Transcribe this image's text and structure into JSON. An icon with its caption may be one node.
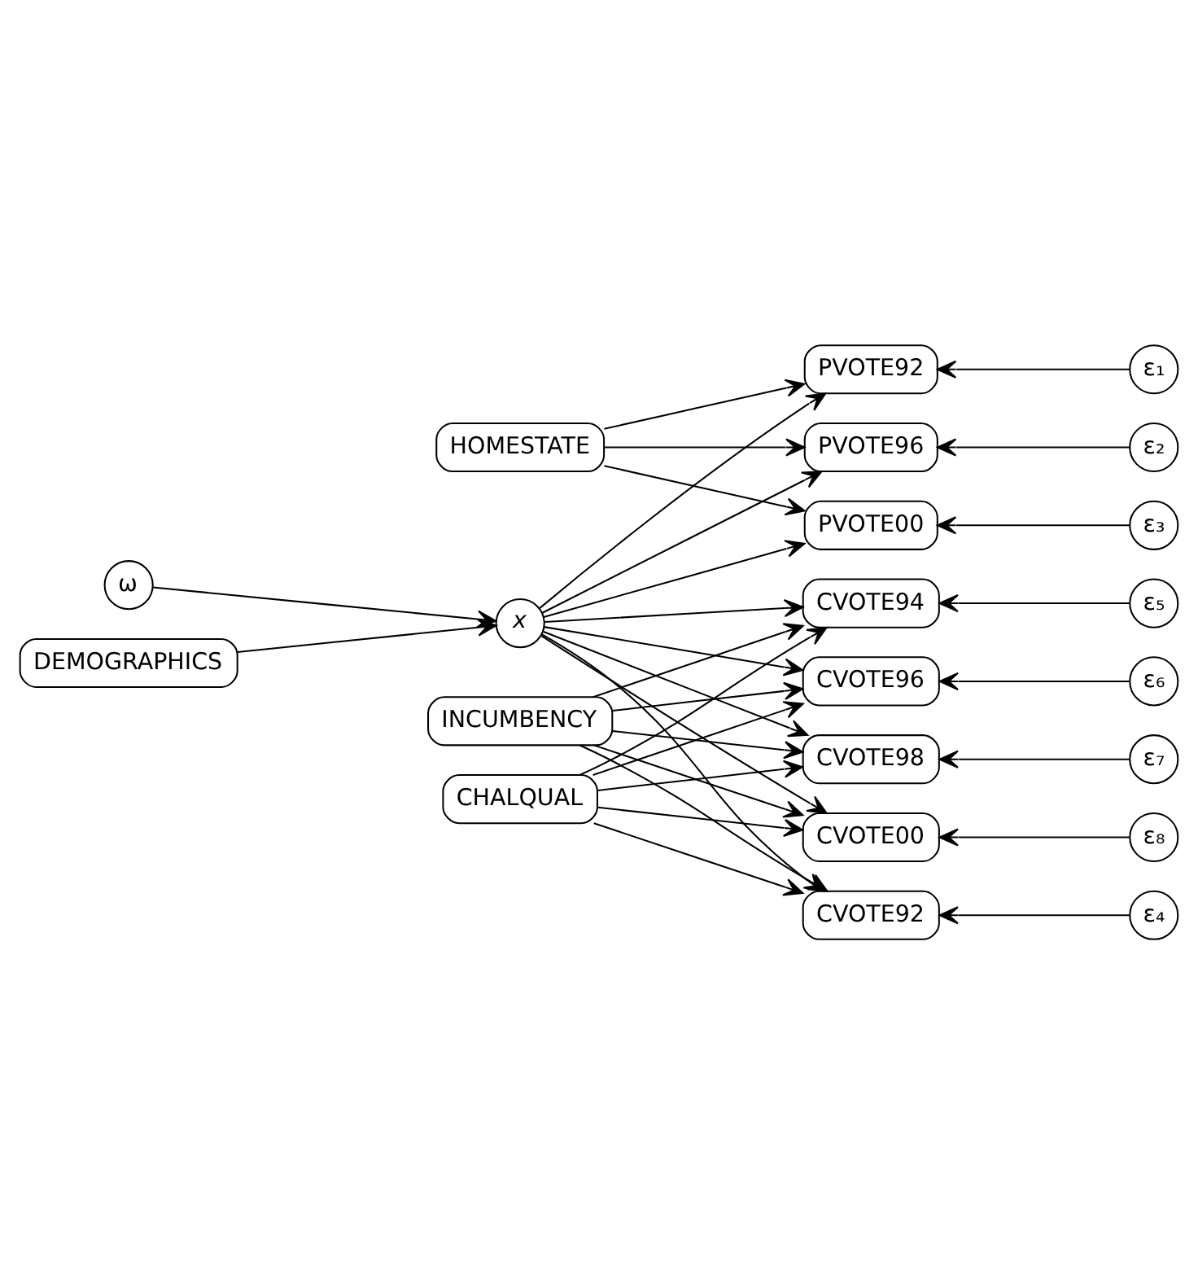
{
  "diagram": {
    "nodes": [
      {
        "text": [
          "HOMESTATE"
        ]
      },
      {
        "text": [
          "ω"
        ]
      },
      {
        "text": [
          "DEMOGRAPHICS"
        ]
      },
      {
        "text": [
          "x"
        ]
      },
      {
        "text": [
          "INCUMBENCY"
        ]
      },
      {
        "text": [
          "CHALQUAL"
        ]
      },
      {
        "text": [
          "PVOTE92"
        ]
      },
      {
        "text": [
          "PVOTE96"
        ]
      },
      {
        "text": [
          "PVOTE00"
        ]
      },
      {
        "text": [
          "CVOTE92"
        ]
      },
      {
        "text": [
          "CVOTE94"
        ]
      },
      {
        "text": [
          "CVOTE96"
        ]
      },
      {
        "text": [
          "CVOTE98"
        ]
      },
      {
        "text": [
          "CVOTE00"
        ]
      },
      {
        "text": [
          "ε₁"
        ]
      },
      {
        "text": [
          "ε₂"
        ]
      },
      {
        "text": [
          "ε₃"
        ]
      },
      {
        "text": [
          "ε₄"
        ]
      },
      {
        "text": [
          "ε₅"
        ]
      },
      {
        "text": [
          "ε₆"
        ]
      },
      {
        "text": [
          "ε₇"
        ]
      },
      {
        "text": [
          "ε₈"
        ]
      }
    ],
    "edges": [
      {
        "from": 0,
        "to": 6,
        "arrow": "to"
      },
      {
        "from": 0,
        "to": 7,
        "arrow": "to"
      },
      {
        "from": 0,
        "to": 8,
        "arrow": "to"
      },
      {
        "from": 1,
        "to": 3,
        "arrow": "to"
      },
      {
        "from": 2,
        "to": 3,
        "arrow": "to"
      },
      {
        "from": 3,
        "to": 6,
        "arrow": "to"
      },
      {
        "from": 3,
        "to": 7,
        "arrow": "to"
      },
      {
        "from": 3,
        "to": 8,
        "arrow": "to"
      },
      {
        "from": 3,
        "to": 9,
        "arrow": "to"
      },
      {
        "from": 3,
        "to": 10,
        "arrow": "to"
      },
      {
        "from": 3,
        "to": 11,
        "arrow": "to"
      },
      {
        "from": 3,
        "to": 12,
        "arrow": "to"
      },
      {
        "from": 3,
        "to": 13,
        "arrow": "to"
      },
      {
        "from": 4,
        "to": 9,
        "arrow": "to"
      },
      {
        "from": 4,
        "to": 10,
        "arrow": "to"
      },
      {
        "from": 4,
        "to": 11,
        "arrow": "to"
      },
      {
        "from": 4,
        "to": 12,
        "arrow": "to"
      },
      {
        "from": 4,
        "to": 13,
        "arrow": "to"
      },
      {
        "from": 5,
        "to": 9,
        "arrow": "to"
      },
      {
        "from": 5,
        "to": 10,
        "arrow": "to"
      },
      {
        "from": 5,
        "to": 11,
        "arrow": "to"
      },
      {
        "from": 5,
        "to": 12,
        "arrow": "to"
      },
      {
        "from": 5,
        "to": 13,
        "arrow": "to"
      },
      {
        "from": 14,
        "to": 6,
        "arrow": "to"
      },
      {
        "from": 15,
        "to": 7,
        "arrow": "to"
      },
      {
        "from": 16,
        "to": 8,
        "arrow": "to"
      },
      {
        "from": 17,
        "to": 9,
        "arrow": "to"
      },
      {
        "from": 18,
        "to": 10,
        "arrow": "to"
      },
      {
        "from": 19,
        "to": 11,
        "arrow": "to"
      },
      {
        "from": 20,
        "to": 12,
        "arrow": "to"
      },
      {
        "from": 21,
        "to": 13,
        "arrow": "to"
      }
    ]
  }
}
